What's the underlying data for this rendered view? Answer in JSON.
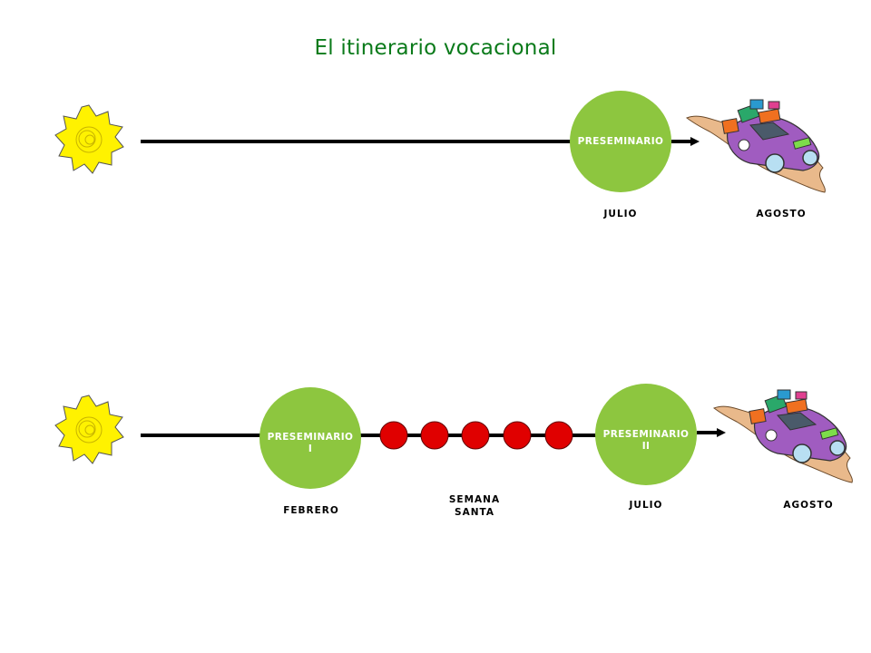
{
  "title": "El itinerario vocacional",
  "colors": {
    "title": "#0a7a1a",
    "circle_green": "#8dc63f",
    "dot_red": "#e00000",
    "sun": "#fff200",
    "car_body": "#a05cc0",
    "road": "#e9b98b"
  },
  "icons": [
    "sun-icon",
    "car-with-luggage-icon"
  ],
  "top_timeline": {
    "circle_label": "PRESEMINARIO",
    "labels": [
      "JULIO",
      "AGOSTO"
    ]
  },
  "bottom_timeline": {
    "circle1_label_line1": "PRESEMINARIO",
    "circle1_label_line2": "I",
    "circle2_label_line1": "PRESEMINARIO",
    "circle2_label_line2": "II",
    "red_dot_count": 5,
    "labels": {
      "febrero": "FEBRERO",
      "semana_line1": "SEMANA",
      "semana_line2": "SANTA",
      "julio": "JULIO",
      "agosto": "AGOSTO"
    }
  }
}
